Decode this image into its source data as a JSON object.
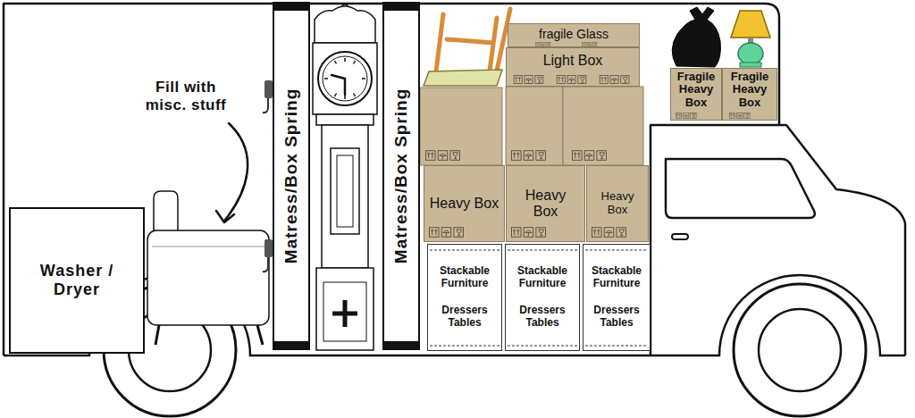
{
  "diagram": {
    "nodes": [
      {
        "text": [
          "Washer / Dryer"
        ]
      },
      {
        "text": [
          "Matress/Box Spring"
        ]
      },
      {
        "text": [
          "Matress/Box Spring"
        ]
      },
      {
        "text": [
          "fragile Glass"
        ]
      },
      {
        "text": [
          "Light Box"
        ]
      },
      {
        "text": [
          "Fragile Heavy Box"
        ]
      },
      {
        "text": [
          "Fragile Heavy Box"
        ]
      },
      {
        "text": [
          "Heavy Box"
        ]
      },
      {
        "text": [
          "Heavy Box"
        ]
      },
      {
        "text": [
          "Heavy Box"
        ]
      },
      {
        "text": [
          "Stackable Furniture",
          "Dressers Tables"
        ]
      },
      {
        "text": [
          "Stackable Furniture",
          "Dressers Tables"
        ]
      },
      {
        "text": [
          "Stackable Furniture",
          "Dressers Tables"
        ]
      }
    ],
    "labels": [
      "Fill with misc. stuff"
    ]
  }
}
